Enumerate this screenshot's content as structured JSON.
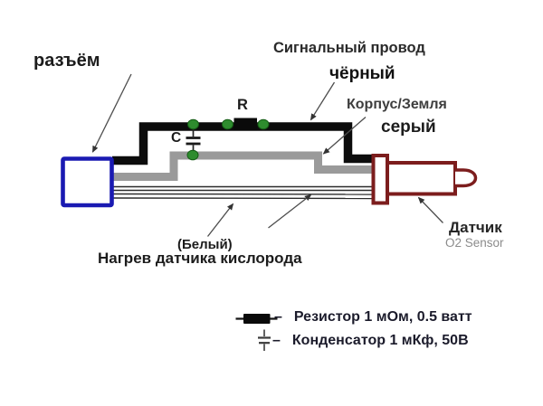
{
  "colors": {
    "background": "#ffffff",
    "wire_black": "#0c0c0c",
    "wire_gray": "#9a9a9a",
    "wire_thin": "#2b2b2b",
    "connector_blue": "#1a1ab2",
    "sensor_maroon": "#7c1d1d",
    "junction_green": "#2e8c2e",
    "junction_green_dark": "#145c14",
    "component_black": "#0a0a0a",
    "arrow_gray": "#4d4d4d",
    "text_dark": "#1c1c1c",
    "text_medium": "#3d3d3d",
    "text_light_gray": "#8b8b8b",
    "legend_text": "#1b1b2b"
  },
  "diagram": {
    "connector_label": "разъём",
    "signal_wire_label": "Сигнальный провод",
    "signal_wire_color": "чёрный",
    "ground_label": "Корпус/Земля",
    "ground_color": "серый",
    "resistor_ref": "R",
    "capacitor_ref": "C",
    "sensor_label": "Датчик",
    "sensor_sublabel": "O2 Sensor",
    "heater_wire_color": "(Белый)",
    "heater_label": "Нагрев датчика кислорода"
  },
  "legend": {
    "items": [
      {
        "symbol": "resistor-symbol",
        "dash": "–",
        "text": "Резистор 1 мОм, 0.5 ватт"
      },
      {
        "symbol": "capacitor-symbol",
        "dash": "–",
        "text": "Конденсатор 1 мКф, 50В"
      }
    ]
  }
}
